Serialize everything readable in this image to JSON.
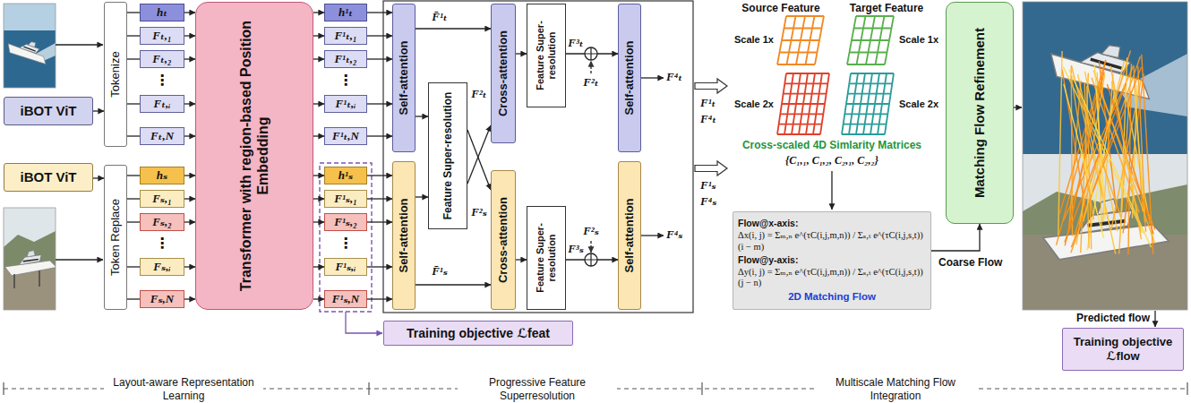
{
  "diagram": {
    "nodes": [
      {
        "text": [
          "iBOT ViT"
        ]
      },
      {
        "text": [
          "iBOT ViT"
        ]
      },
      {
        "text": [
          "Tokenize"
        ]
      },
      {
        "text": [
          "Token Replace"
        ]
      },
      {
        "text": [
          "hₜ"
        ]
      },
      {
        "text": [
          "Fₜ,₁"
        ]
      },
      {
        "text": [
          "Fₜ,₂"
        ]
      },
      {
        "text": [
          "Fₜ,ᵢ"
        ]
      },
      {
        "text": [
          "Fₜ,N"
        ]
      },
      {
        "text": [
          "hₛ"
        ]
      },
      {
        "text": [
          "Fₛ,₁"
        ]
      },
      {
        "text": [
          "Fₛ,₂"
        ]
      },
      {
        "text": [
          "Fₛ,ᵢ"
        ]
      },
      {
        "text": [
          "Fₛ,N"
        ]
      },
      {
        "text": [
          "Transformer with region-based Position Embedding"
        ]
      },
      {
        "text": [
          "h¹ₜ"
        ]
      },
      {
        "text": [
          "F¹ₜ,₁"
        ]
      },
      {
        "text": [
          "F¹ₜ,₂"
        ]
      },
      {
        "text": [
          "F¹ₜ,ᵢ"
        ]
      },
      {
        "text": [
          "F¹ₜ,N"
        ]
      },
      {
        "text": [
          "h¹ₛ"
        ]
      },
      {
        "text": [
          "F¹ₛ,₁"
        ]
      },
      {
        "text": [
          "F¹ₛ,₂"
        ]
      },
      {
        "text": [
          "F¹ₛ,ᵢ"
        ]
      },
      {
        "text": [
          "F¹ₛ,N"
        ]
      },
      {
        "text": [
          "Self-attention"
        ]
      },
      {
        "text": [
          "Cross-attention"
        ]
      },
      {
        "text": [
          "Feature Super-resolution"
        ]
      },
      {
        "text": [
          "Self-attention"
        ]
      },
      {
        "text": [
          "Feature Super-resolution"
        ]
      },
      {
        "text": [
          "Self-attention"
        ]
      },
      {
        "text": [
          "Cross-attention"
        ]
      },
      {
        "text": [
          "Feature Super-resolution"
        ]
      },
      {
        "text": [
          "Self-attention"
        ]
      },
      {
        "text": [
          "Training objective ℒfeat"
        ]
      },
      {
        "text": [
          "Flow@x-axis:",
          "Δx(i, j) = Σₘ,ₙ e^(τC(i,j,m,n)) / Σₛ,ₜ e^(τC(i,j,s,t)) (i − m)",
          "Flow@y-axis:",
          "Δy(i, j) = Σₘ,ₙ e^(τC(i,j,m,n)) / Σₛ,ₜ e^(τC(i,j,s,t)) (j − n)",
          "2D Matching Flow"
        ]
      },
      {
        "text": [
          "Matching Flow Refinement"
        ]
      },
      {
        "text": [
          "Training objective ℒflow"
        ]
      }
    ],
    "edges": [
      {
        "from": 0,
        "to": 2,
        "arrow": "to"
      },
      {
        "from": 1,
        "to": 3,
        "arrow": "to"
      },
      {
        "from": 2,
        "to": 4,
        "arrow": "none"
      },
      {
        "from": 2,
        "to": 5,
        "arrow": "none"
      },
      {
        "from": 2,
        "to": 6,
        "arrow": "none"
      },
      {
        "from": 2,
        "to": 7,
        "arrow": "none"
      },
      {
        "from": 2,
        "to": 8,
        "arrow": "none"
      },
      {
        "from": 3,
        "to": 9,
        "arrow": "none"
      },
      {
        "from": 3,
        "to": 10,
        "arrow": "none"
      },
      {
        "from": 3,
        "to": 11,
        "arrow": "none"
      },
      {
        "from": 3,
        "to": 12,
        "arrow": "none"
      },
      {
        "from": 3,
        "to": 13,
        "arrow": "none"
      },
      {
        "from": 4,
        "to": 14,
        "arrow": "to"
      },
      {
        "from": 5,
        "to": 14,
        "arrow": "to"
      },
      {
        "from": 6,
        "to": 14,
        "arrow": "to"
      },
      {
        "from": 7,
        "to": 14,
        "arrow": "to"
      },
      {
        "from": 8,
        "to": 14,
        "arrow": "to"
      },
      {
        "from": 9,
        "to": 14,
        "arrow": "to"
      },
      {
        "from": 10,
        "to": 14,
        "arrow": "to"
      },
      {
        "from": 11,
        "to": 14,
        "arrow": "to"
      },
      {
        "from": 12,
        "to": 14,
        "arrow": "to"
      },
      {
        "from": 13,
        "to": 14,
        "arrow": "to"
      },
      {
        "from": 14,
        "to": 15,
        "arrow": "to"
      },
      {
        "from": 14,
        "to": 16,
        "arrow": "to"
      },
      {
        "from": 14,
        "to": 17,
        "arrow": "to"
      },
      {
        "from": 14,
        "to": 18,
        "arrow": "to"
      },
      {
        "from": 14,
        "to": 19,
        "arrow": "to"
      },
      {
        "from": 14,
        "to": 20,
        "arrow": "to"
      },
      {
        "from": 14,
        "to": 21,
        "arrow": "to"
      },
      {
        "from": 14,
        "to": 22,
        "arrow": "to"
      },
      {
        "from": 14,
        "to": 23,
        "arrow": "to"
      },
      {
        "from": 14,
        "to": 24,
        "arrow": "to"
      },
      {
        "from": 15,
        "to": 25,
        "arrow": "to"
      },
      {
        "from": 16,
        "to": 25,
        "arrow": "to"
      },
      {
        "from": 17,
        "to": 25,
        "arrow": "to"
      },
      {
        "from": 18,
        "to": 25,
        "arrow": "to"
      },
      {
        "from": 19,
        "to": 25,
        "arrow": "to"
      },
      {
        "from": 20,
        "to": 30,
        "arrow": "to"
      },
      {
        "from": 21,
        "to": 30,
        "arrow": "to"
      },
      {
        "from": 22,
        "to": 30,
        "arrow": "to"
      },
      {
        "from": 23,
        "to": 30,
        "arrow": "to"
      },
      {
        "from": 24,
        "to": 30,
        "arrow": "to"
      },
      {
        "from": 25,
        "to": 26,
        "arrow": "to"
      },
      {
        "from": 25,
        "to": 29,
        "arrow": "to"
      },
      {
        "from": 30,
        "to": 29,
        "arrow": "to"
      },
      {
        "from": 30,
        "to": 31,
        "arrow": "to"
      },
      {
        "from": 29,
        "to": 26,
        "arrow": "to"
      },
      {
        "from": 29,
        "to": 31,
        "arrow": "to"
      },
      {
        "from": 26,
        "to": 27,
        "arrow": "to"
      },
      {
        "from": 27,
        "to": 28,
        "arrow": "to"
      },
      {
        "from": 31,
        "to": 32,
        "arrow": "to"
      },
      {
        "from": 32,
        "to": 33,
        "arrow": "to"
      },
      {
        "from": 35,
        "to": 36,
        "arrow": "to"
      }
    ],
    "labels": [
      "⋮",
      "⋮",
      "⋮",
      "⋮",
      "F̄¹ₜ",
      "F²ₜ",
      "F²ₛ",
      "F̄¹ₛ",
      "F³ₜ",
      "F²ₜ",
      "F⁴ₜ",
      "F³ₛ",
      "F²ₛ",
      "F⁴ₛ",
      "F¹ₜ",
      "F⁴ₜ",
      "F¹ₛ",
      "F⁴ₛ",
      "Source Feature",
      "Target Feature",
      "Scale 1x",
      "Scale 2x",
      "Scale 1x",
      "Scale 2x",
      "Cross-scaled 4D Simlarity Matrices",
      "{C₁,₁, C₁,₂, C₂,₁, C₂,₂}",
      "Coarse Flow",
      "Predicted flow",
      "Layout-aware Representation Learning",
      "Progressive Feature Superresolution",
      "Multiscale Matching Flow Integration"
    ]
  }
}
